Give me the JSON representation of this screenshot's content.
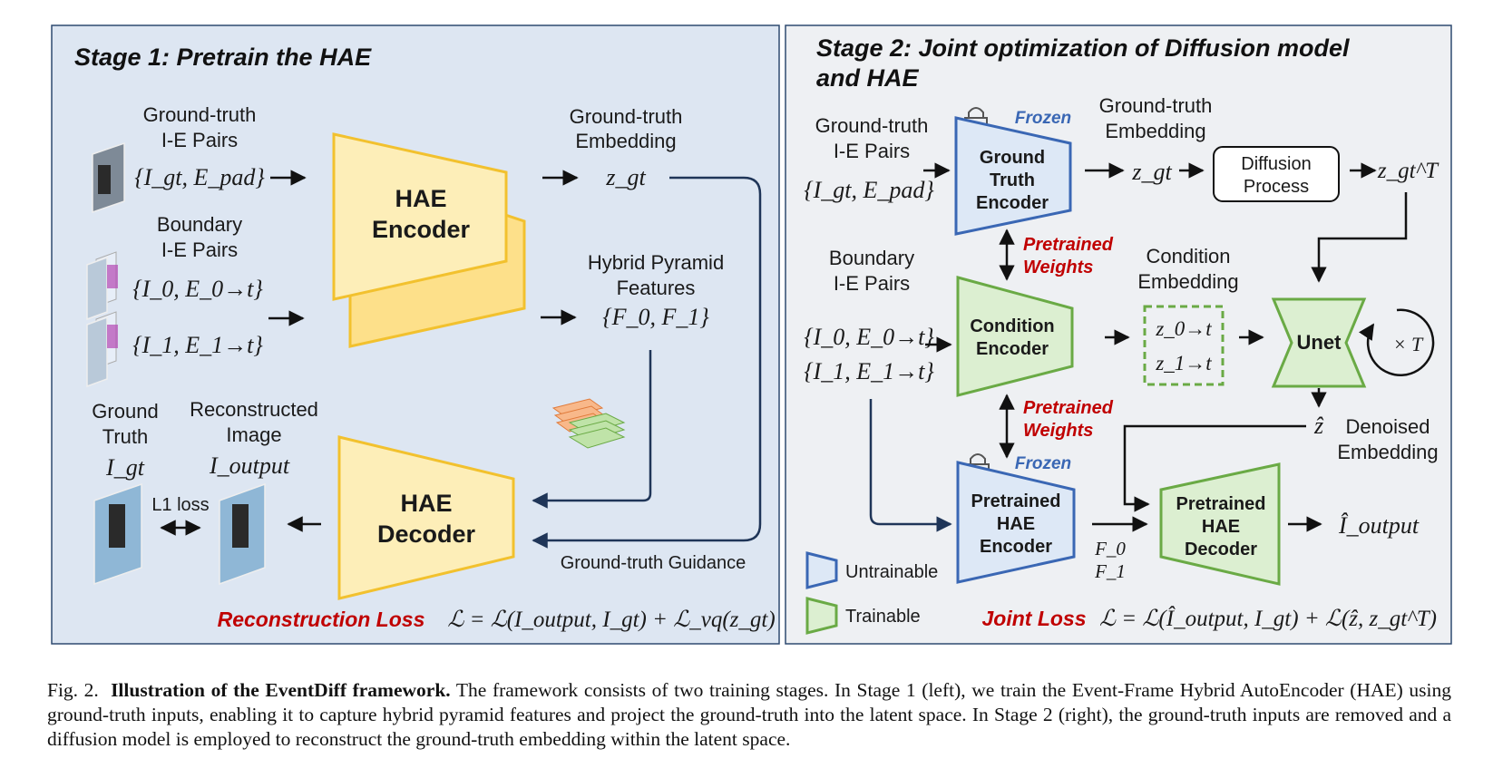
{
  "stage1": {
    "title": "Stage 1: Pretrain the HAE",
    "gt_pairs_l1": "Ground-truth",
    "gt_pairs_l2": "I-E Pairs",
    "gt_pairs_formula": "{I_gt, E_pad}",
    "boundary_l1": "Boundary",
    "boundary_l2": "I-E Pairs",
    "boundary_f1": "{I_0, E_0→t}",
    "boundary_f2": "{I_1, E_1→t}",
    "encoder_l1": "HAE",
    "encoder_l2": "Encoder",
    "decoder_l1": "HAE",
    "decoder_l2": "Decoder",
    "gt_emb_l1": "Ground-truth",
    "gt_emb_l2": "Embedding",
    "gt_emb_sym": "z_gt",
    "hybrid_l1": "Hybrid Pyramid",
    "hybrid_l2": "Features",
    "hybrid_sym": "{F_0, F_1}",
    "ground_l1": "Ground",
    "ground_l2": "Truth",
    "ground_sym": "I_gt",
    "recon_l1": "Reconstructed",
    "recon_l2": "Image",
    "recon_sym": "I_output",
    "l1loss": "L1 loss",
    "guidance": "Ground-truth Guidance",
    "loss_label": "Reconstruction Loss",
    "loss_formula": "ℒ = ℒ(I_output, I_gt) + ℒ_vq(z_gt)"
  },
  "stage2": {
    "title_l1": "Stage 2: Joint optimization of Diffusion model",
    "title_l2": "and HAE",
    "gt_pairs_l1": "Ground-truth",
    "gt_pairs_l2": "I-E Pairs",
    "gt_pairs_formula": "{I_gt, E_pad}",
    "frozen": "Frozen",
    "gt_encoder_l1": "Ground",
    "gt_encoder_l2": "Truth",
    "gt_encoder_l3": "Encoder",
    "gt_emb_l1": "Ground-truth",
    "gt_emb_l2": "Embedding",
    "gt_emb_sym": "z_gt",
    "diffusion_l1": "Diffusion",
    "diffusion_l2": "Process",
    "zgtT_sym": "z_gt^T",
    "pretrained_w_l1": "Pretrained",
    "pretrained_w_l2": "Weights",
    "boundary_l1": "Boundary",
    "boundary_l2": "I-E Pairs",
    "boundary_f1": "{I_0, E_0→t}",
    "boundary_f2": "{I_1, E_1→t}",
    "cond_encoder_l1": "Condition",
    "cond_encoder_l2": "Encoder",
    "cond_emb_l1": "Condition",
    "cond_emb_l2": "Embedding",
    "z0t": "z_0→t",
    "z1t": "z_1→t",
    "unet": "Unet",
    "times_t": "× T",
    "zhat": "ẑ",
    "denoised_l1": "Denoised",
    "denoised_l2": "Embedding",
    "pre_enc_l1": "Pretrained",
    "pre_enc_l2": "HAE",
    "pre_enc_l3": "Encoder",
    "pre_dec_l1": "Pretrained",
    "pre_dec_l2": "HAE",
    "pre_dec_l3": "Decoder",
    "f0": "F_0",
    "f1": "F_1",
    "out_sym": "Î_output",
    "legend_untrainable": "Untrainable",
    "legend_trainable": "Trainable",
    "loss_label": "Joint Loss",
    "loss_formula": "ℒ = ℒ(Î_output, I_gt) + ℒ(ẑ, z_gt^T)"
  },
  "caption": {
    "prefix": "Fig. 2.",
    "bold": "Illustration of the EventDiff framework.",
    "text": "The framework consists of two training stages. In Stage 1 (left), we train the Event-Frame Hybrid AutoEncoder (HAE) using ground-truth inputs, enabling it to capture hybrid pyramid features and project the ground-truth into the latent space. In Stage 2 (right), the ground-truth inputs are removed and a diffusion model is employed to reconstruct the ground-truth embedding within the latent space."
  },
  "colors": {
    "panel1_bg": "#dde6f2",
    "panel2_bg": "#eef0f3",
    "panel_border": "#2f4a70",
    "yellow_fill": "#fdeeb8",
    "yellow_fill_back": "#fde08a",
    "yellow_stroke": "#f2c12e",
    "blue_fill": "#dde8f6",
    "blue_stroke": "#3a67b4",
    "green_fill": "#dcefd1",
    "green_stroke": "#6aaa45",
    "navy_line": "#1f3558",
    "red_text": "#c00000"
  }
}
